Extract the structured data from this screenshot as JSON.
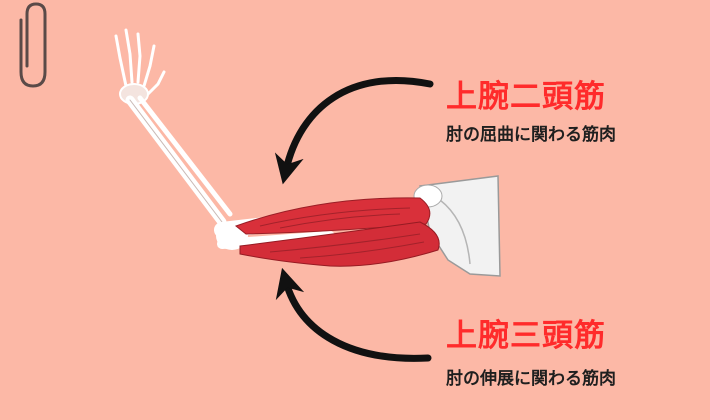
{
  "biceps": {
    "title": "上腕二頭筋",
    "description": "肘の屈曲に関わる筋肉"
  },
  "triceps": {
    "title": "上腕三頭筋",
    "description": "肘の伸展に関わる筋肉"
  },
  "colors": {
    "background": "#fcb8a6",
    "accent_title": "#ff2b2b",
    "text": "#1f1f1f",
    "muscle": "#d9303a",
    "bone": "#ffffff"
  },
  "icons": [
    "paperclip-icon",
    "curved-arrow-icon"
  ]
}
